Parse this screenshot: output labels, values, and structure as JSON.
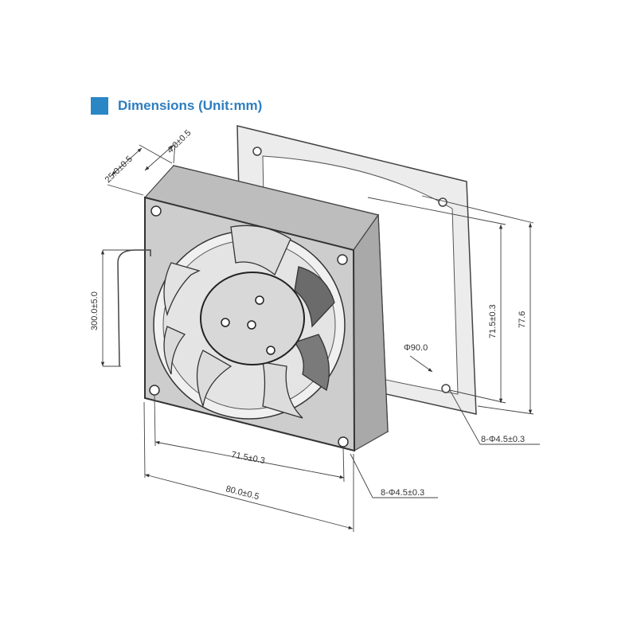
{
  "title": "Dimensions (Unit:mm)",
  "accent_color": "#2b86c5",
  "dimensions": {
    "depth": "25.0±0.5",
    "flange": "4.0±0.5",
    "cable": "300.0±5.0",
    "hole_pitch_vertical": "71.5±0.3",
    "frame_height": "77.6",
    "guard_diameter": "Φ90.0",
    "holes_right": "8-Φ4.5±0.3",
    "hole_pitch_horizontal": "71.5±0.3",
    "frame_width": "80.0±0.5",
    "holes_bottom": "8-Φ4.5±0.3"
  }
}
